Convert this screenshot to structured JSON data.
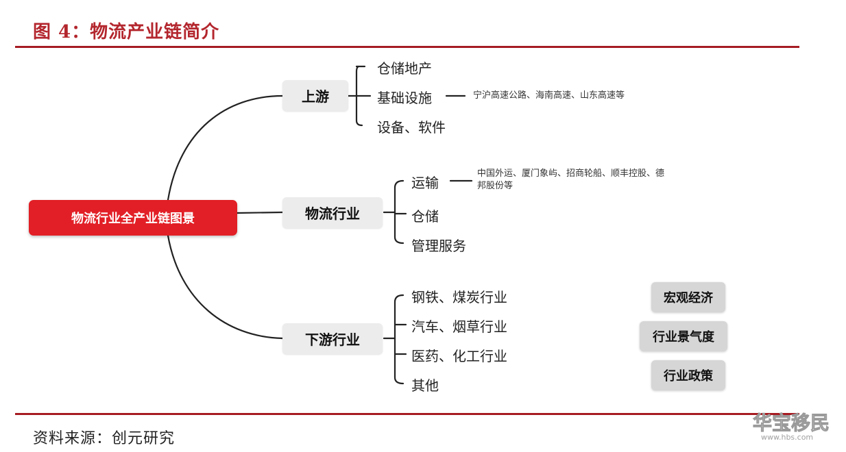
{
  "title": "图 4：物流产业链简介",
  "source": "资料来源：创元研究",
  "root": "物流行业全产业链图景",
  "upstream": {
    "label": "上游",
    "items": [
      "仓储地产",
      "基础设施",
      "设备、软件"
    ],
    "note": "宁沪高速公路、海南高速、山东高速等"
  },
  "logistics": {
    "label": "物流行业",
    "items": [
      "运输",
      "仓储",
      "管理服务"
    ],
    "note_line1": "中国外运、厦门象屿、招商轮船、顺丰控股、德",
    "note_line2": "邦股份等"
  },
  "downstream": {
    "label": "下游行业",
    "items": [
      "钢铁、煤炭行业",
      "汽车、烟草行业",
      "医药、化工行业",
      "其他"
    ]
  },
  "factors": [
    "宏观经济",
    "行业景气度",
    "行业政策"
  ],
  "watermark": "华宝移民",
  "watermark_url": "www.hbs.com"
}
